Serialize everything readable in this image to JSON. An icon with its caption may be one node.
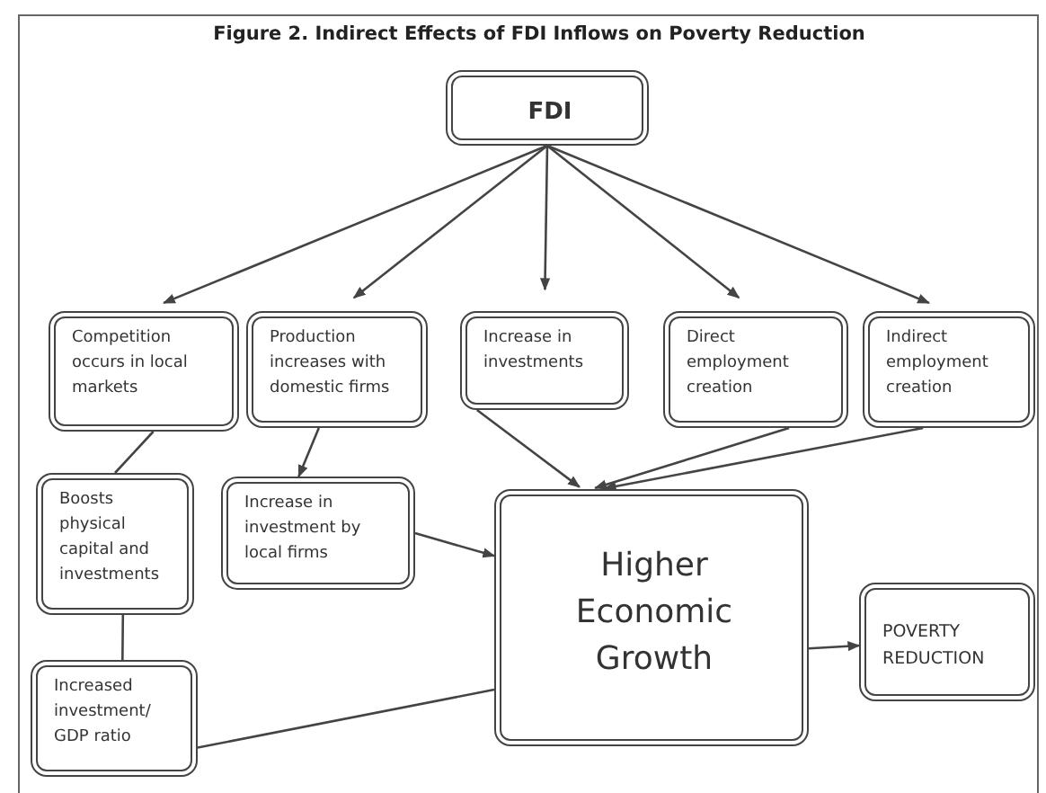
{
  "diagram": {
    "title": "Figure 2. Indirect Effects of FDI Inflows on Poverty Reduction",
    "nodes": [
      {
        "text": [
          "FDI"
        ]
      },
      {
        "text": [
          "Competition occurs in local markets"
        ]
      },
      {
        "text": [
          "Production increases with domestic firms"
        ]
      },
      {
        "text": [
          "Increase in investments"
        ]
      },
      {
        "text": [
          "Direct employment creation"
        ]
      },
      {
        "text": [
          "Indirect employment creation"
        ]
      },
      {
        "text": [
          "Boosts physical capital and investments"
        ]
      },
      {
        "text": [
          "Increase in investment by local firms"
        ]
      },
      {
        "text": [
          "Higher Economic Growth"
        ]
      },
      {
        "text": [
          "POVERTY REDUCTION"
        ]
      },
      {
        "text": [
          "Increased investment/ GDP ratio"
        ]
      }
    ],
    "edges": [
      {
        "from": 0,
        "to": 1,
        "arrow": "to"
      },
      {
        "from": 0,
        "to": 2,
        "arrow": "to"
      },
      {
        "from": 0,
        "to": 3,
        "arrow": "to"
      },
      {
        "from": 0,
        "to": 4,
        "arrow": "to"
      },
      {
        "from": 0,
        "to": 5,
        "arrow": "to"
      },
      {
        "from": 1,
        "to": 6,
        "arrow": "none"
      },
      {
        "from": 2,
        "to": 7,
        "arrow": "to"
      },
      {
        "from": 6,
        "to": 10,
        "arrow": "none"
      },
      {
        "from": 3,
        "to": 8,
        "arrow": "to"
      },
      {
        "from": 4,
        "to": 8,
        "arrow": "to"
      },
      {
        "from": 5,
        "to": 8,
        "arrow": "to"
      },
      {
        "from": 7,
        "to": 8,
        "arrow": "to"
      },
      {
        "from": 10,
        "to": 8,
        "arrow": "none"
      },
      {
        "from": 8,
        "to": 9,
        "arrow": "to"
      }
    ]
  }
}
